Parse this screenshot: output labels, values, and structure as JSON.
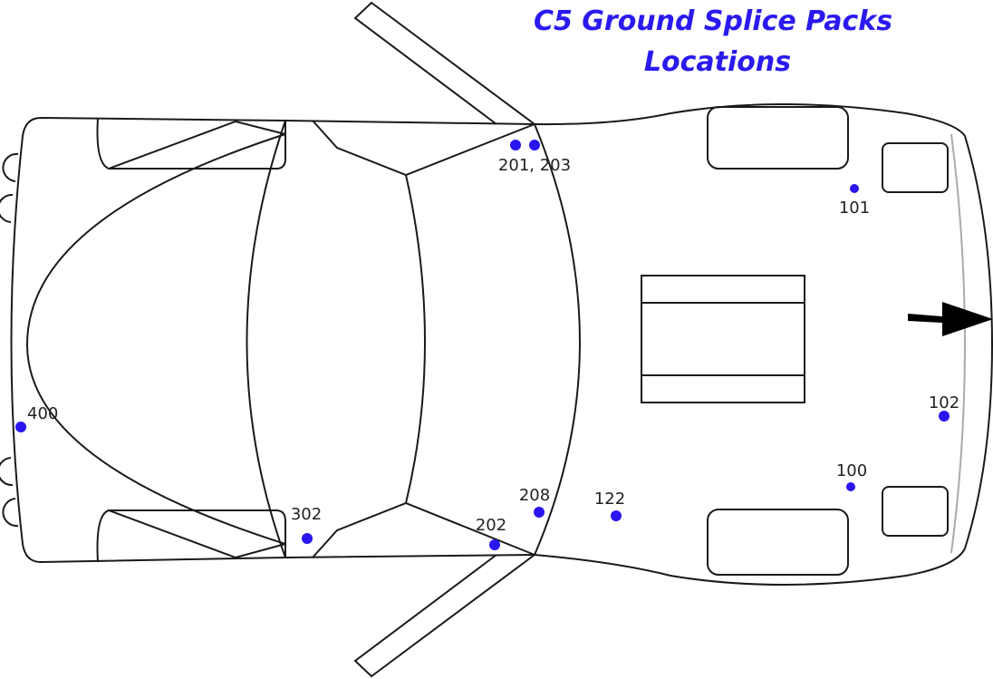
{
  "title": {
    "line1": "C5 Ground Splice Packs",
    "line2": "Locations"
  },
  "colors": {
    "marker": "#2a16f0",
    "title": "#2a1af0",
    "outline": "#1a1a1a"
  },
  "direction_arrow": "arrow-right-icon",
  "splice_packs": [
    {
      "id": "201",
      "label": "201, 203"
    },
    {
      "id": "203",
      "label": ""
    },
    {
      "id": "101",
      "label": "101"
    },
    {
      "id": "400",
      "label": "400"
    },
    {
      "id": "102",
      "label": "102"
    },
    {
      "id": "100",
      "label": "100"
    },
    {
      "id": "302",
      "label": "302"
    },
    {
      "id": "208",
      "label": "208"
    },
    {
      "id": "122",
      "label": "122"
    },
    {
      "id": "202",
      "label": "202"
    }
  ]
}
